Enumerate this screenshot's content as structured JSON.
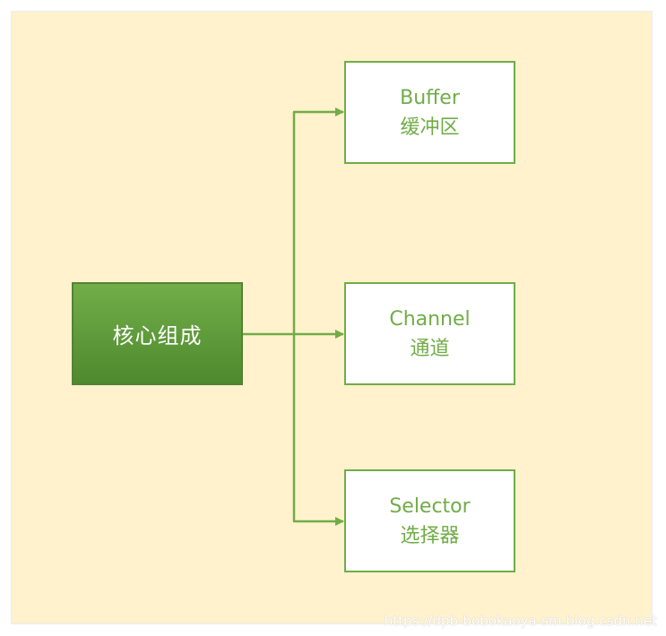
{
  "diagram": {
    "root": {
      "label": "核心组成"
    },
    "nodes": [
      {
        "en": "Buffer",
        "zh": "缓冲区"
      },
      {
        "en": "Channel",
        "zh": "通道"
      },
      {
        "en": "Selector",
        "zh": "选择器"
      }
    ],
    "colors": {
      "background": "#fff2cc",
      "accent": "#70ad47",
      "root_fill": "#5e9a3a",
      "root_border": "#548235",
      "node_fill": "#ffffff"
    }
  },
  "watermark": "https://dpb-bobokaoya-sm.blog.csdn.net"
}
